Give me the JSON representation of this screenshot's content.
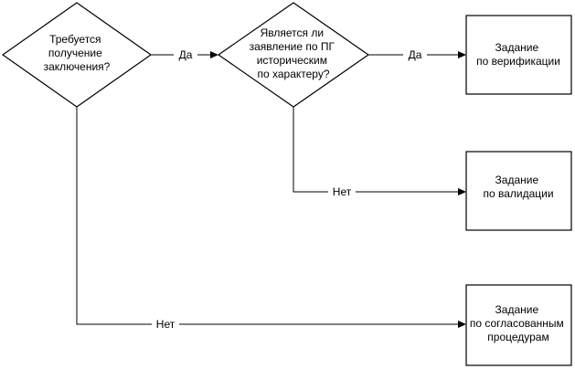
{
  "diagram": {
    "decision1": {
      "lines": [
        "Требуется",
        "получение",
        "заключения?"
      ]
    },
    "decision2": {
      "lines": [
        "Является ли",
        "заявление по ПГ",
        "историческим",
        "по характеру?"
      ]
    },
    "task_verification": {
      "lines": [
        "Задание",
        "по верификации"
      ]
    },
    "task_validation": {
      "lines": [
        "Задание",
        "по валидации"
      ]
    },
    "task_agreed": {
      "lines": [
        "Задание",
        "по согласованным",
        "процедурам"
      ]
    },
    "edges": {
      "yes1": "Да",
      "yes2": "Да",
      "no2": "Нет",
      "no1": "Нет"
    }
  }
}
